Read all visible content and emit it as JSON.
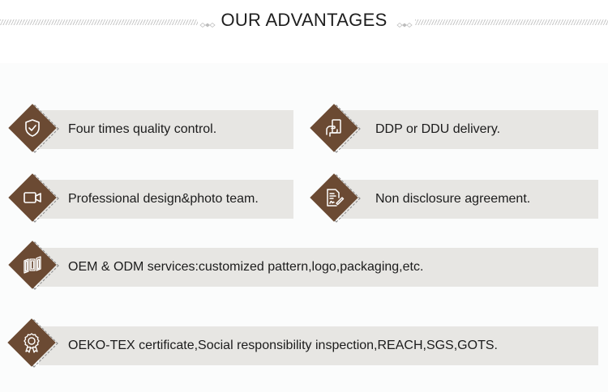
{
  "header": {
    "title": "OUR ADVANTAGES"
  },
  "colors": {
    "accent_brown": "#6b4a33",
    "card_bg": "#e7e6e3",
    "page_bg": "#fbfcfc",
    "text": "#1c1c1c"
  },
  "advantages": [
    {
      "icon": "shield-check-icon",
      "label": "Four times quality control."
    },
    {
      "icon": "hand-card-icon",
      "label": "DDP or DDU delivery."
    },
    {
      "icon": "video-camera-icon",
      "label": "Professional design&photo team."
    },
    {
      "icon": "signed-document-icon",
      "label": "Non disclosure agreement."
    },
    {
      "icon": "fabric-panels-icon",
      "label": "OEM & ODM services:customized pattern,logo,packaging,etc."
    },
    {
      "icon": "award-badge-icon",
      "label": "OEKO-TEX certificate,Social responsibility inspection,REACH,SGS,GOTS."
    }
  ]
}
